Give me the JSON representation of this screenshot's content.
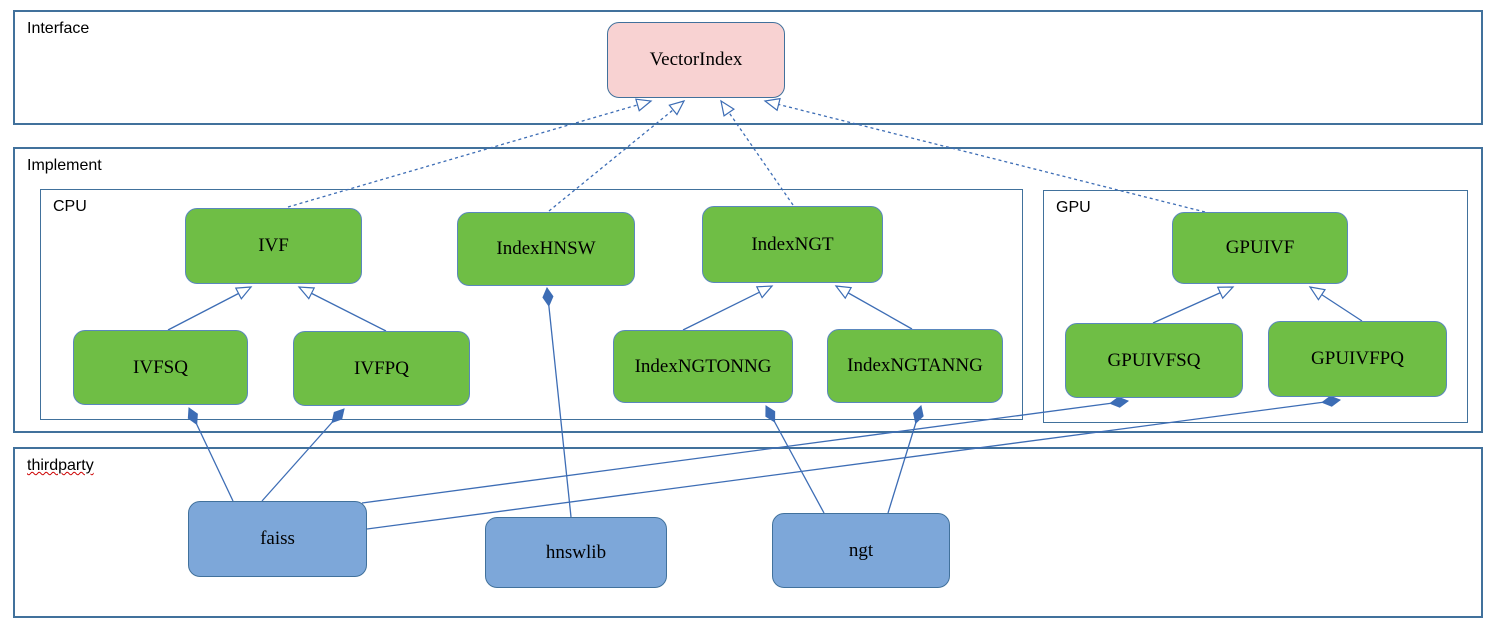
{
  "diagram": {
    "containers": {
      "interface": {
        "label": "Interface"
      },
      "implement": {
        "label": "Implement"
      },
      "cpu": {
        "label": "CPU"
      },
      "gpu": {
        "label": "GPU"
      },
      "thirdparty": {
        "label": "thirdparty"
      }
    },
    "nodes": {
      "vector_index": {
        "label": "VectorIndex",
        "kind": "interface"
      },
      "ivf": {
        "label": "IVF",
        "kind": "cpu-class"
      },
      "index_hnsw": {
        "label": "IndexHNSW",
        "kind": "cpu-class"
      },
      "index_ngt": {
        "label": "IndexNGT",
        "kind": "cpu-class"
      },
      "ivfsq": {
        "label": "IVFSQ",
        "kind": "cpu-class"
      },
      "ivfpq": {
        "label": "IVFPQ",
        "kind": "cpu-class"
      },
      "index_ngtonng": {
        "label": "IndexNGTONNG",
        "kind": "cpu-class"
      },
      "index_ngtanng": {
        "label": "IndexNGTANNG",
        "kind": "cpu-class"
      },
      "gpuivf": {
        "label": "GPUIVF",
        "kind": "gpu-class"
      },
      "gpuivfsq": {
        "label": "GPUIVFSQ",
        "kind": "gpu-class"
      },
      "gpuivfpq": {
        "label": "GPUIVFPQ",
        "kind": "gpu-class"
      },
      "faiss": {
        "label": "faiss",
        "kind": "thirdparty-lib"
      },
      "hnswlib": {
        "label": "hnswlib",
        "kind": "thirdparty-lib"
      },
      "ngt": {
        "label": "ngt",
        "kind": "thirdparty-lib"
      }
    },
    "edges": [
      {
        "from": "IVF",
        "to": "VectorIndex",
        "type": "realization"
      },
      {
        "from": "IndexHNSW",
        "to": "VectorIndex",
        "type": "realization"
      },
      {
        "from": "IndexNGT",
        "to": "VectorIndex",
        "type": "realization"
      },
      {
        "from": "GPUIVF",
        "to": "VectorIndex",
        "type": "realization"
      },
      {
        "from": "IVFSQ",
        "to": "IVF",
        "type": "inheritance"
      },
      {
        "from": "IVFPQ",
        "to": "IVF",
        "type": "inheritance"
      },
      {
        "from": "IndexNGTONNG",
        "to": "IndexNGT",
        "type": "inheritance"
      },
      {
        "from": "IndexNGTANNG",
        "to": "IndexNGT",
        "type": "inheritance"
      },
      {
        "from": "GPUIVFSQ",
        "to": "GPUIVF",
        "type": "inheritance"
      },
      {
        "from": "GPUIVFPQ",
        "to": "GPUIVF",
        "type": "inheritance"
      },
      {
        "from": "faiss",
        "to": "IVFSQ",
        "type": "composition"
      },
      {
        "from": "faiss",
        "to": "IVFPQ",
        "type": "composition"
      },
      {
        "from": "faiss",
        "to": "GPUIVFSQ",
        "type": "composition"
      },
      {
        "from": "faiss",
        "to": "GPUIVFPQ",
        "type": "composition"
      },
      {
        "from": "hnswlib",
        "to": "IndexHNSW",
        "type": "composition"
      },
      {
        "from": "ngt",
        "to": "IndexNGTONNG",
        "type": "composition"
      },
      {
        "from": "ngt",
        "to": "IndexNGTANNG",
        "type": "composition"
      }
    ],
    "colors": {
      "interface_fill": "#f8d2d2",
      "class_fill": "#6fbe45",
      "thirdparty_fill": "#7da7d9",
      "container_border": "#41719c",
      "edge": "#3d6db5",
      "spellcheck_underline": "#cc0000"
    }
  }
}
